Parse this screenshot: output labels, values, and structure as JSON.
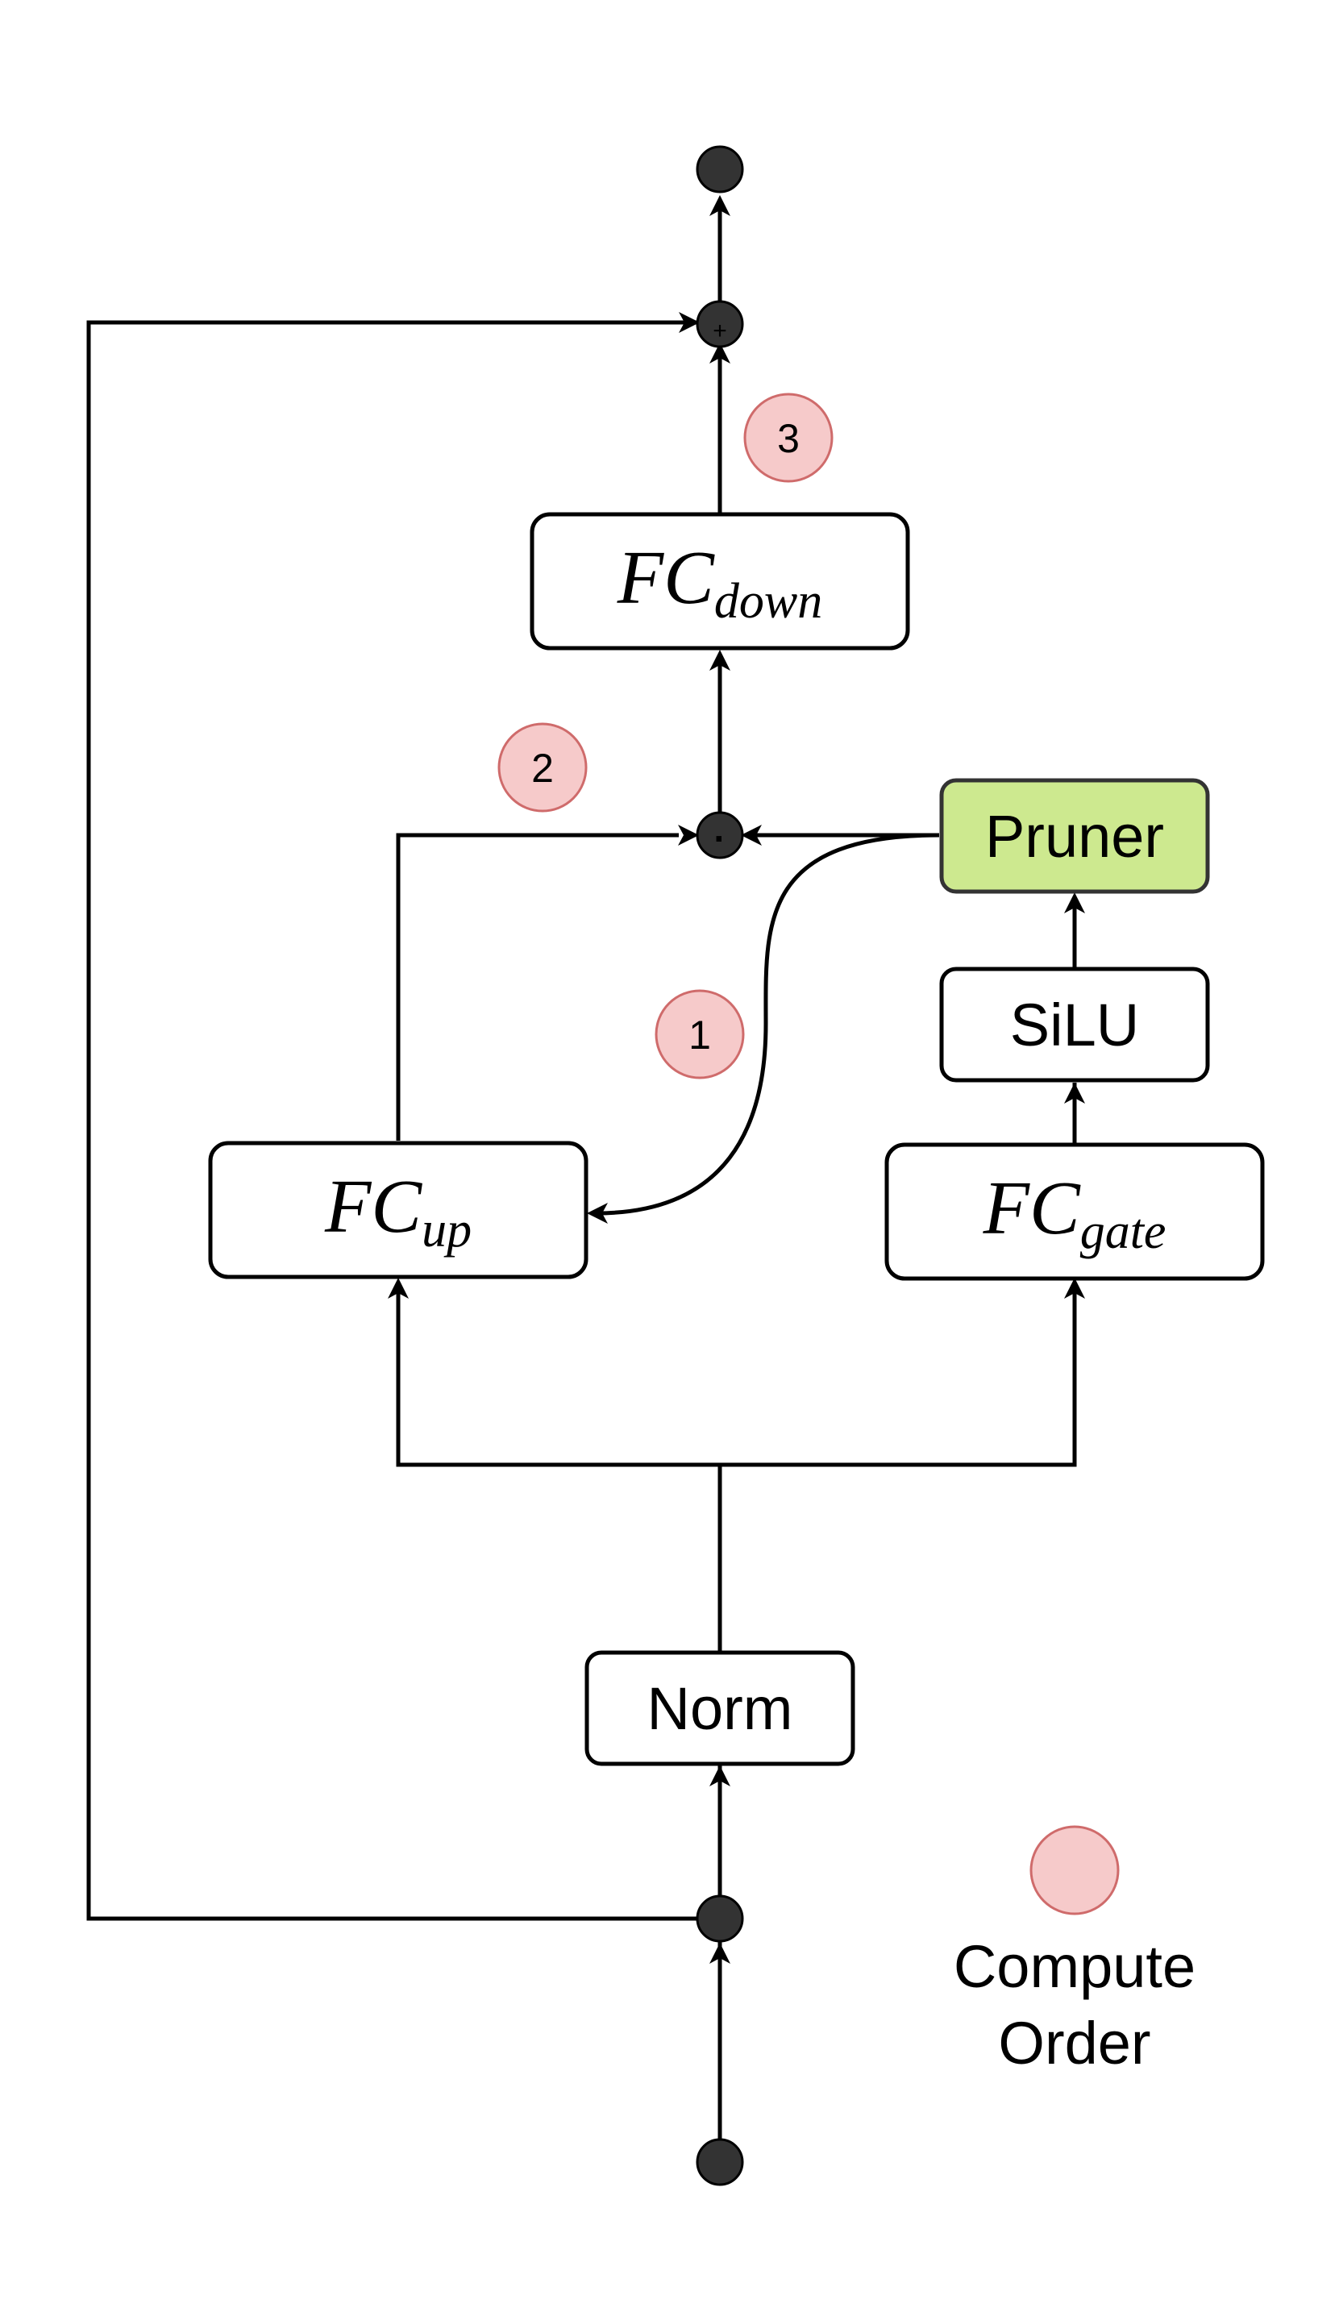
{
  "diagram": {
    "blocks": {
      "fc_down": {
        "main": "FC",
        "sub": "down"
      },
      "fc_up": {
        "main": "FC",
        "sub": "up"
      },
      "fc_gate": {
        "main": "FC",
        "sub": "gate"
      },
      "pruner": {
        "label": "Pruner"
      },
      "silu": {
        "label": "SiLU"
      },
      "norm": {
        "label": "Norm"
      }
    },
    "operators": {
      "residual_add": "+",
      "elementwise_mul": "·"
    },
    "compute_order": {
      "step1": "1",
      "step2": "2",
      "step3": "3"
    },
    "legend": {
      "line1": "Compute",
      "line2": "Order"
    }
  },
  "colors": {
    "pruner_fill": "#cde98f",
    "order_marker_fill": "#f6caca",
    "order_marker_stroke": "#cf6b6b",
    "node_fill": "#333333",
    "line": "#000000"
  }
}
